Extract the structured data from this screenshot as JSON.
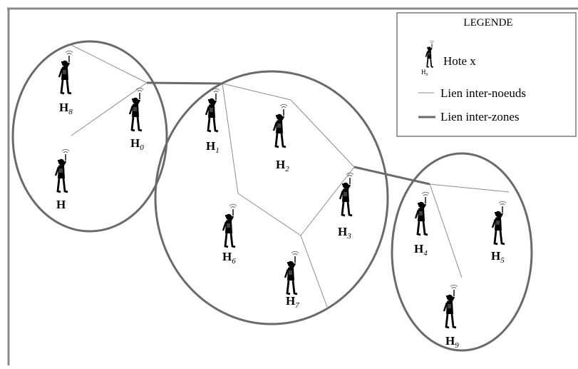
{
  "legend": {
    "title": "LEGENDE",
    "items": [
      {
        "key": "host",
        "label": "Hote x",
        "symbol_label": "H",
        "symbol_sub": "x"
      },
      {
        "key": "node-link",
        "label": "Lien inter-noeuds"
      },
      {
        "key": "zone-link",
        "label": "Lien inter-zones"
      }
    ]
  },
  "hosts": [
    {
      "id": "H8",
      "label": "H",
      "sub": "8"
    },
    {
      "id": "H0",
      "label": "H",
      "sub": "0"
    },
    {
      "id": "H",
      "label": "H",
      "sub": ""
    },
    {
      "id": "H1",
      "label": "H",
      "sub": "1"
    },
    {
      "id": "H2",
      "label": "H",
      "sub": "2"
    },
    {
      "id": "H3",
      "label": "H",
      "sub": "3"
    },
    {
      "id": "H6",
      "label": "H",
      "sub": "6"
    },
    {
      "id": "H7",
      "label": "H",
      "sub": "7"
    },
    {
      "id": "H4",
      "label": "H",
      "sub": "4"
    },
    {
      "id": "H5",
      "label": "H",
      "sub": "5"
    },
    {
      "id": "H9",
      "label": "H",
      "sub": "9"
    }
  ],
  "links_inter_node": [
    [
      "H8",
      "H0"
    ],
    [
      "H",
      "H0"
    ],
    [
      "H1",
      "H2"
    ],
    [
      "H2",
      "H3"
    ],
    [
      "H1",
      "H6"
    ],
    [
      "H6",
      "H7"
    ],
    [
      "H7",
      "H3"
    ],
    [
      "H7",
      "edge"
    ],
    [
      "H4",
      "H5"
    ],
    [
      "H4",
      "H9"
    ]
  ],
  "links_inter_zone": [
    [
      "H0",
      "H1"
    ],
    [
      "H3",
      "H4"
    ]
  ],
  "zones": [
    {
      "id": "zone-left",
      "hosts": [
        "H8",
        "H0",
        "H"
      ]
    },
    {
      "id": "zone-center",
      "hosts": [
        "H1",
        "H2",
        "H3",
        "H6",
        "H7"
      ]
    },
    {
      "id": "zone-right",
      "hosts": [
        "H4",
        "H5",
        "H9"
      ]
    }
  ],
  "colors": {
    "zone_stroke": "#6a6a6a",
    "link": "#8c8c8c",
    "inter_zone": "#6a6a6a",
    "frame": "#8a8a8a"
  }
}
